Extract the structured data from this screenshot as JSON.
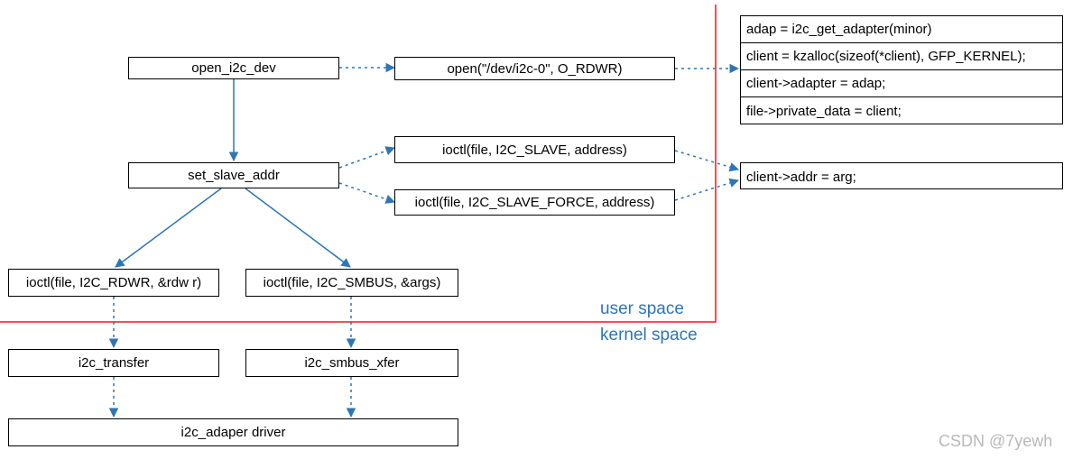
{
  "user_flow": {
    "open_dev": "open_i2c_dev",
    "open_call": "open(\"/dev/i2c-0\", O_RDWR)",
    "set_slave": "set_slave_addr",
    "ioctl_slave": "ioctl(file, I2C_SLAVE, address)",
    "ioctl_slave_force": "ioctl(file, I2C_SLAVE_FORCE, address)",
    "ioctl_rdwr": "ioctl(file, I2C_RDWR, &rdw r)",
    "ioctl_smbus": "ioctl(file, I2C_SMBUS, &args)"
  },
  "kernel_open_steps": [
    "adap = i2c_get_adapter(minor)",
    "client = kzalloc(sizeof(*client), GFP_KERNEL);",
    "client->adapter = adap;",
    "file->private_data = client;"
  ],
  "kernel_addr_step": "client->addr = arg;",
  "kernel_flow": {
    "transfer": "i2c_transfer",
    "smbus_xfer": "i2c_smbus_xfer",
    "driver": "i2c_adaper driver"
  },
  "regions": {
    "user": "user space",
    "kernel": "kernel space"
  },
  "colors": {
    "arrow": "#2E75B6",
    "boundary": "#E8191D",
    "region_label": "#2E75B6"
  },
  "watermark": "CSDN @7yewh"
}
